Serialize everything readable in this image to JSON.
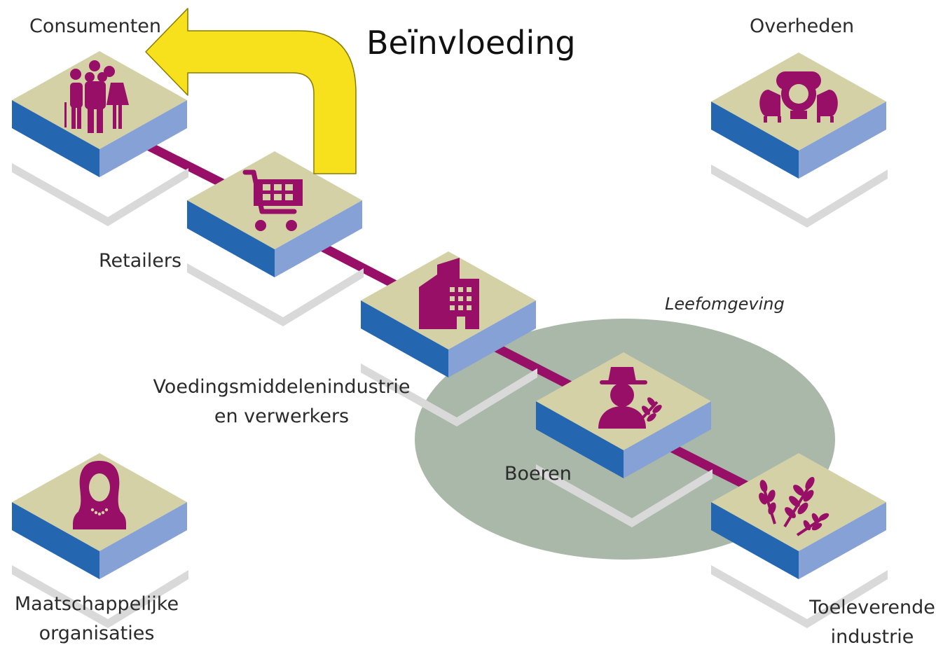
{
  "title": "Beïnvloeding",
  "region_label": "Leefomgeving",
  "nodes": {
    "consumenten": {
      "label": "Consumenten",
      "icon": "people-group-icon"
    },
    "overheden": {
      "label": "Overheden",
      "icon": "parliament-chairs-icon"
    },
    "retailers": {
      "label": "Retailers",
      "icon": "shopping-cart-icon"
    },
    "voedingsmiddelen": {
      "label_line1": "Voedingsmiddelenindustrie",
      "label_line2": "en verwerkers",
      "icon": "factory-building-icon"
    },
    "boeren": {
      "label": "Boeren",
      "icon": "farmer-icon"
    },
    "maatschappelijke": {
      "label_line1": "Maatschappelijke",
      "label_line2": "organisaties",
      "icon": "woman-icon"
    },
    "toeleverende": {
      "label_line1": "Toeleverende",
      "label_line2": "industrie",
      "icon": "wheat-icon"
    }
  },
  "colors": {
    "tile_top": "#d4d1a6",
    "tile_front": "#2467b0",
    "tile_side": "#86a1d5",
    "tile_shadow": "#d9d9d9",
    "icon": "#980f68",
    "connector": "#980f68",
    "arrow_fill": "#f7e01c",
    "arrow_stroke": "#8a7a00",
    "region": "#a9b8a9"
  }
}
